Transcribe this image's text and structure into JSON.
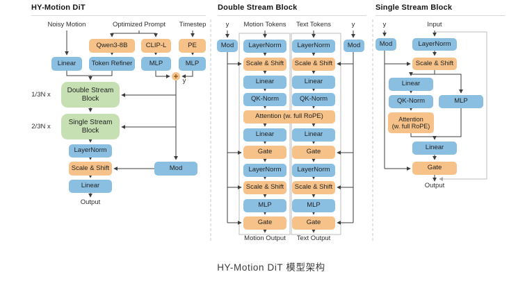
{
  "colors": {
    "blue": "#8bbfe2",
    "orange": "#f6c289",
    "green": "#c6e0b4"
  },
  "caption": "HY-Motion DiT 模型架构",
  "panels": {
    "left": {
      "title": "HY-Motion DiT",
      "inputs": {
        "noisy_motion": "Noisy Motion",
        "optimized_prompt": "Optimized Prompt",
        "timestep": "Timestep"
      },
      "nodes": {
        "qwen": "Qwen3-8B",
        "clip": "CLIP-L",
        "pe": "PE",
        "linear_in": "Linear",
        "token_refiner": "Token Refiner",
        "mlp_clip": "MLP",
        "mlp_pe": "MLP",
        "double_stream": "Double Stream Block",
        "single_stream": "Single Stream Block",
        "layernorm": "LayerNorm",
        "scale_shift": "Scale & Shift",
        "linear_out": "Linear",
        "mod": "Mod"
      },
      "annotations": {
        "plus": "+",
        "y": "y",
        "repeat_double": "1/3N x",
        "repeat_single": "2/3N x",
        "output": "Output"
      }
    },
    "double": {
      "title": "Double Stream Block",
      "labels": {
        "y_left": "y",
        "motion_tokens": "Motion Tokens",
        "text_tokens": "Text Tokens",
        "y_right": "y",
        "motion_output": "Motion Output",
        "text_output": "Text Output"
      },
      "mod_left": "Mod",
      "mod_right": "Mod",
      "attention": "Attention (w. full RoPE)",
      "motion_col": [
        "LayerNorm",
        "Scale & Shift",
        "Linear",
        "QK-Norm",
        "Linear",
        "Gate",
        "LayerNorm",
        "Scale & Shift",
        "MLP",
        "Gate"
      ],
      "text_col": [
        "LayerNorm",
        "Scale & Shift",
        "Linear",
        "QK-Norm",
        "Linear",
        "Gate",
        "LayerNorm",
        "Scale & Shift",
        "MLP",
        "Gate"
      ]
    },
    "single": {
      "title": "Single Stream Block",
      "labels": {
        "y": "y",
        "input": "Input",
        "output": "Output"
      },
      "nodes": {
        "mod": "Mod",
        "layernorm": "LayerNorm",
        "scale_shift": "Scale & Shift",
        "linear1": "Linear",
        "qknorm": "QK-Norm",
        "mlp": "MLP",
        "attention_l1": "Attention",
        "attention_l2": "(w. full RoPE)",
        "linear2": "Linear",
        "gate": "Gate"
      }
    }
  }
}
